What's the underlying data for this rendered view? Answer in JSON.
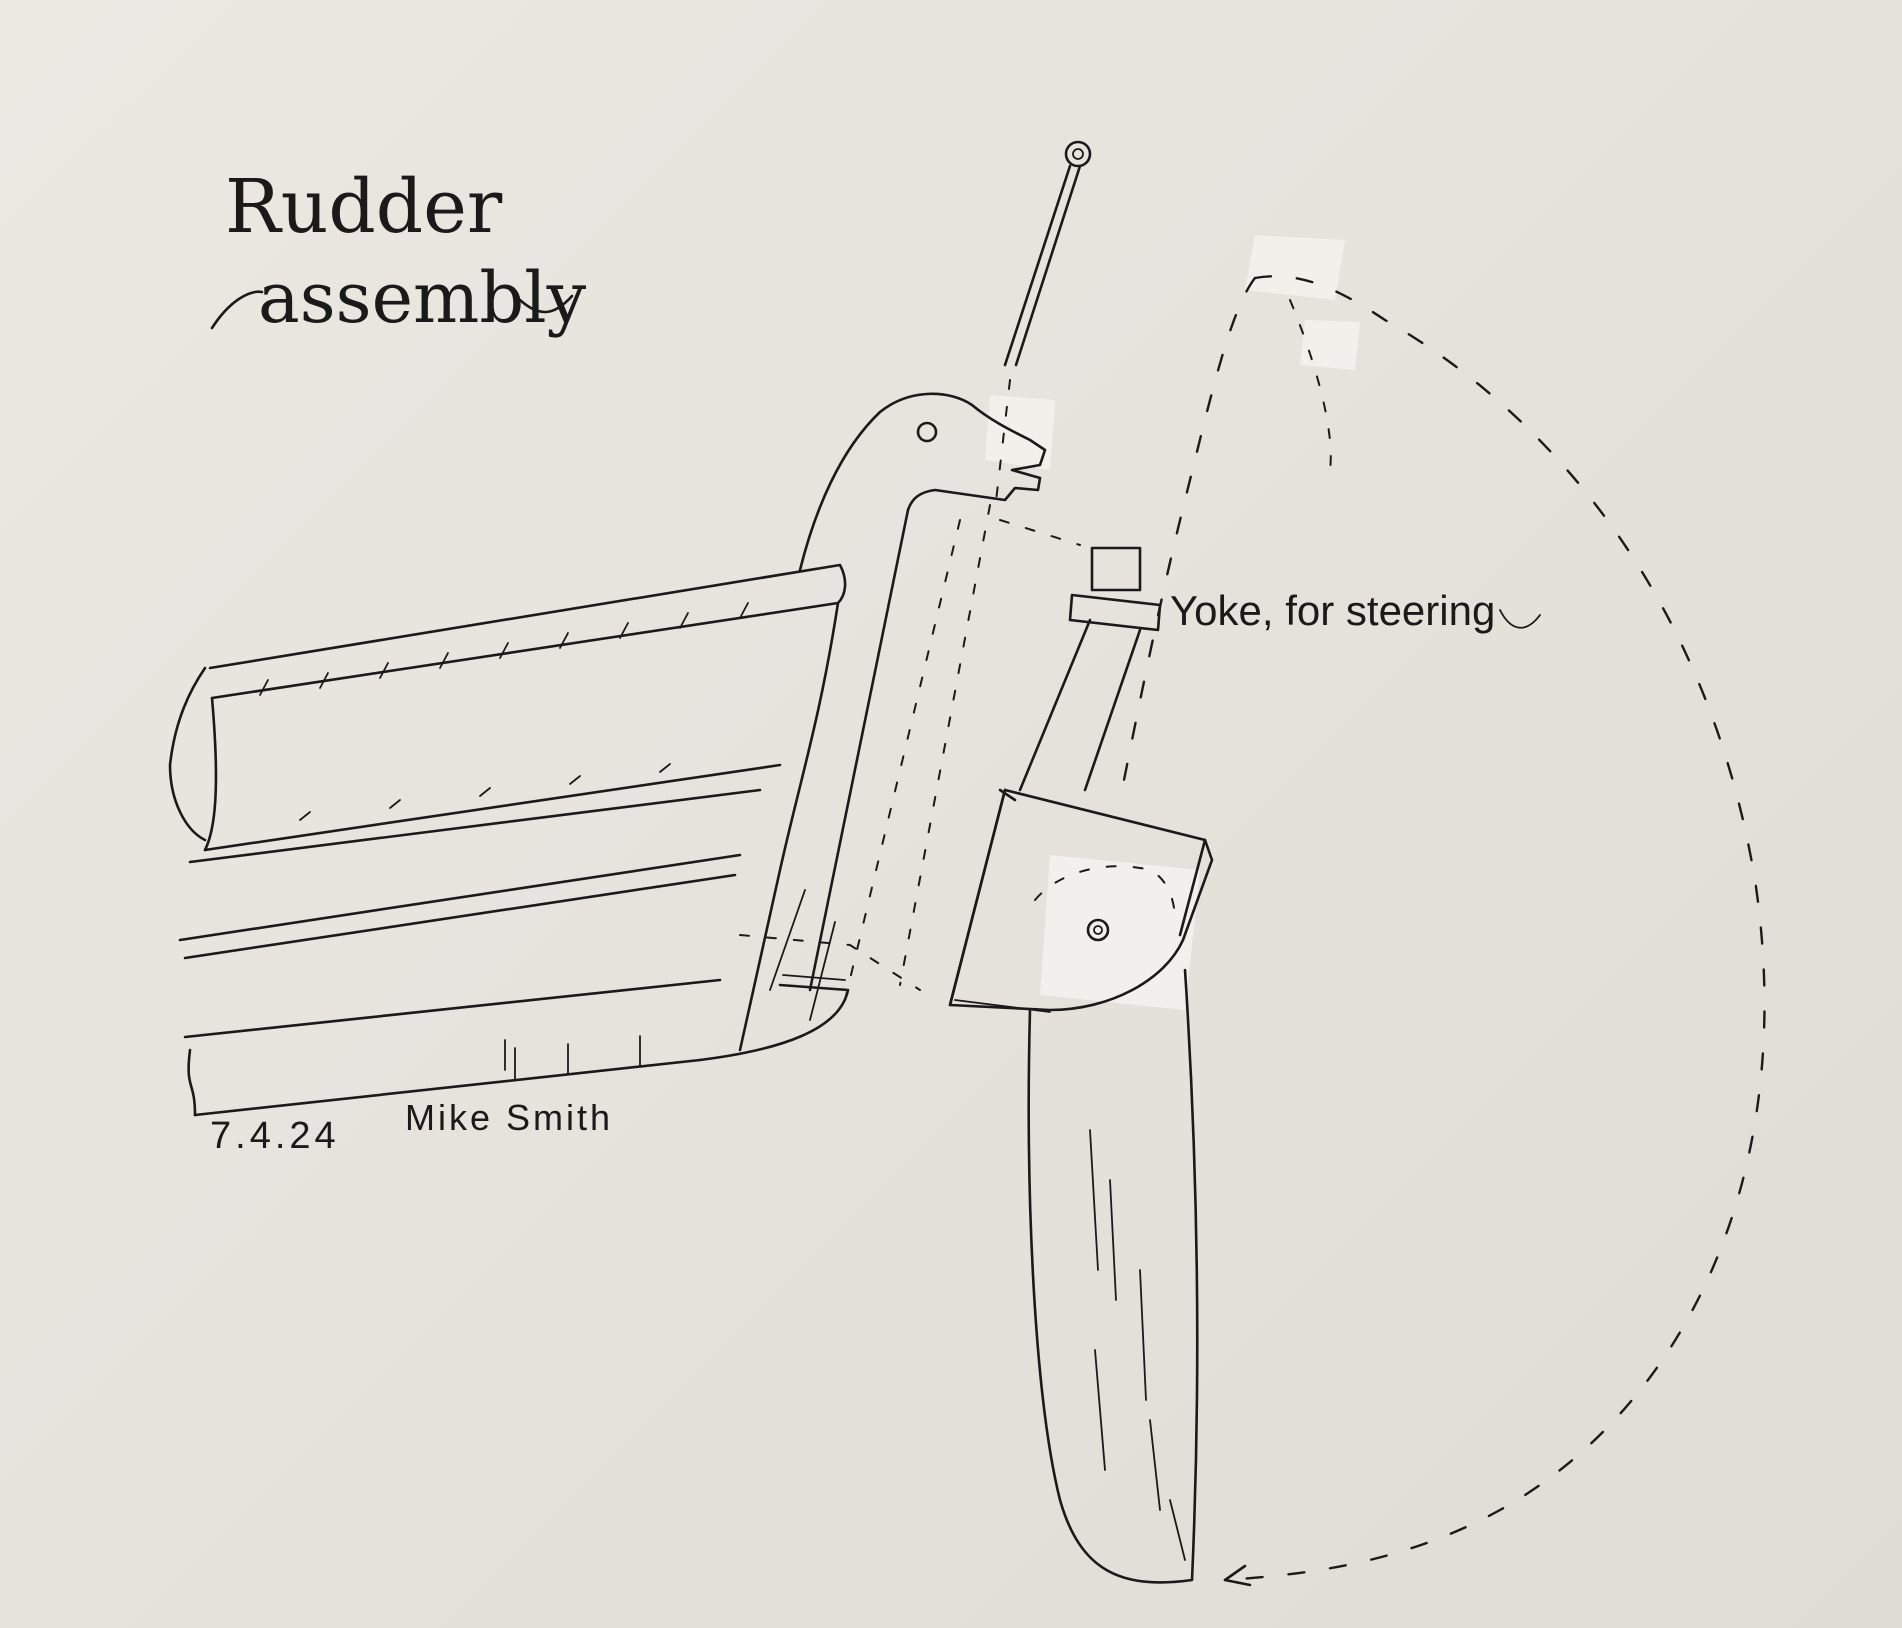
{
  "title": {
    "line1": "Rudder",
    "line2": "assembly"
  },
  "labels": {
    "yoke": "Yoke, for steering"
  },
  "signature": {
    "date": "7.4.24",
    "name": "Mike Smith"
  }
}
